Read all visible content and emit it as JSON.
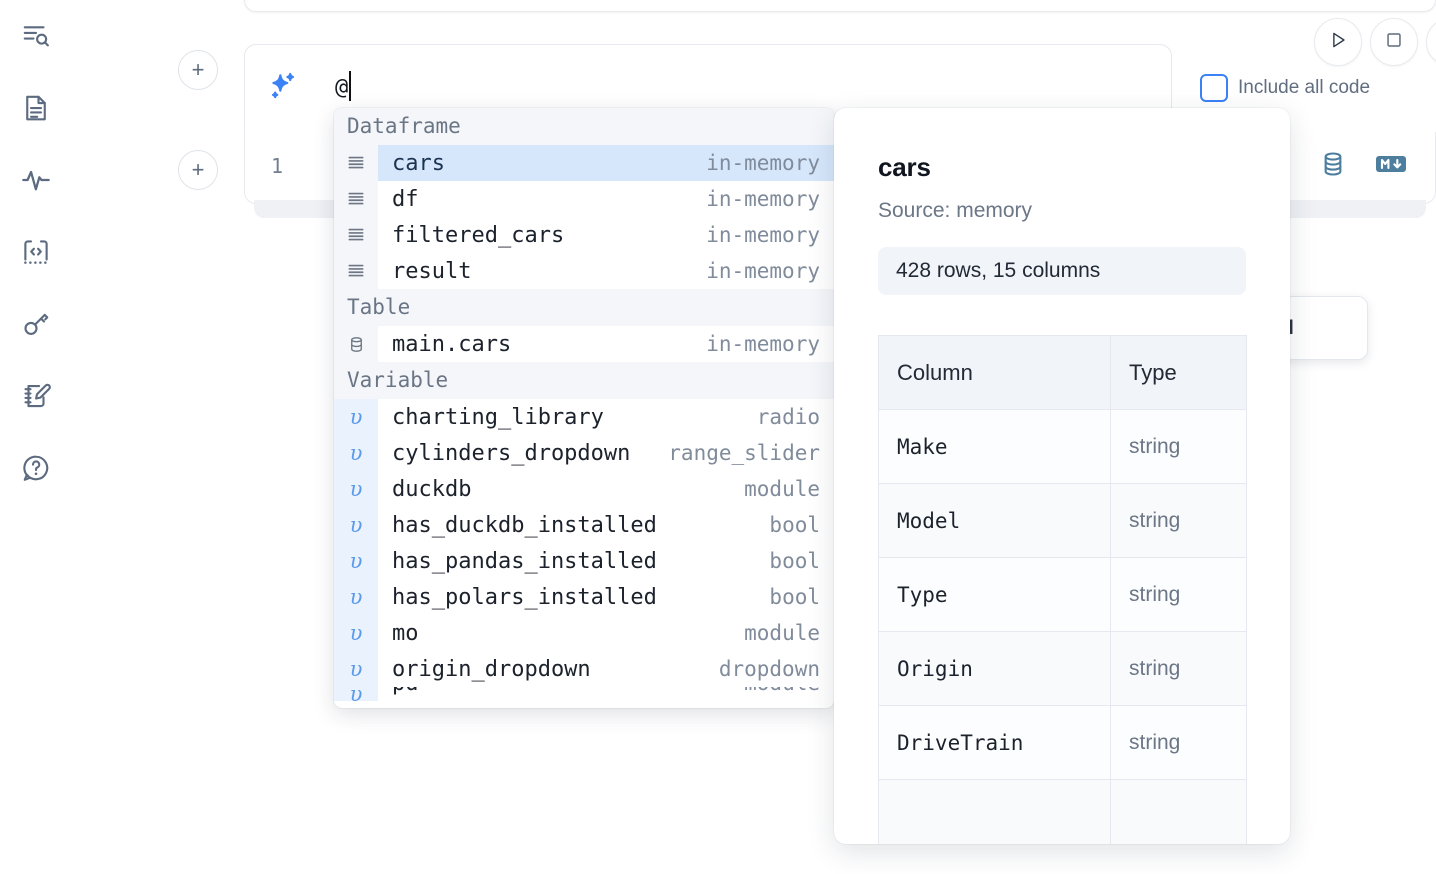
{
  "rail": {
    "items": [
      {
        "icon": "explore-search-icon",
        "name": "sidebar-item-explore"
      },
      {
        "icon": "document-icon",
        "name": "sidebar-item-notebook"
      },
      {
        "icon": "activity-pulse-icon",
        "name": "sidebar-item-activity"
      },
      {
        "icon": "code-snippet-icon",
        "name": "sidebar-item-snippets"
      },
      {
        "icon": "key-icon",
        "name": "sidebar-item-secrets"
      },
      {
        "icon": "notepad-pencil-icon",
        "name": "sidebar-item-scratchpad"
      },
      {
        "icon": "help-chat-icon",
        "name": "sidebar-item-help"
      }
    ]
  },
  "toolbar": {
    "add_label": "+",
    "run_icon": "play-triangle-icon",
    "stop_icon": "stop-square-icon",
    "include_all_code_label": "Include all code",
    "database_icon": "database-icon",
    "markdown_icon": "markdown-down-icon"
  },
  "prompt": {
    "icon": "ai-sparkle-icon",
    "value": "@",
    "line_number": "1"
  },
  "tooltip": {
    "text": "h AI"
  },
  "autocomplete": {
    "groups": [
      {
        "label": "Dataframe",
        "gutter_icon": "dataframe-rows-icon",
        "kind": "dataframe",
        "items": [
          {
            "name": "cars",
            "type": "in-memory",
            "selected": true
          },
          {
            "name": "df",
            "type": "in-memory",
            "selected": false
          },
          {
            "name": "filtered_cars",
            "type": "in-memory",
            "selected": false
          },
          {
            "name": "result",
            "type": "in-memory",
            "selected": false
          }
        ]
      },
      {
        "label": "Table",
        "gutter_icon": "database-icon",
        "kind": "table",
        "items": [
          {
            "name": "main.cars",
            "type": "in-memory",
            "selected": false
          }
        ]
      },
      {
        "label": "Variable",
        "gutter_icon": "variable-upsilon-icon",
        "kind": "variable",
        "items": [
          {
            "name": "charting_library",
            "type": "radio",
            "selected": false
          },
          {
            "name": "cylinders_dropdown",
            "type": "range_slider",
            "selected": false
          },
          {
            "name": "duckdb",
            "type": "module",
            "selected": false
          },
          {
            "name": "has_duckdb_installed",
            "type": "bool",
            "selected": false
          },
          {
            "name": "has_pandas_installed",
            "type": "bool",
            "selected": false
          },
          {
            "name": "has_polars_installed",
            "type": "bool",
            "selected": false
          },
          {
            "name": "mo",
            "type": "module",
            "selected": false
          },
          {
            "name": "origin_dropdown",
            "type": "dropdown",
            "selected": false
          },
          {
            "name": "pd",
            "type": "module",
            "selected": false
          }
        ]
      }
    ]
  },
  "detail": {
    "title": "cars",
    "source": "Source: memory",
    "shape": "428 rows, 15 columns",
    "table": {
      "headers": [
        "Column",
        "Type"
      ],
      "rows": [
        [
          "Make",
          "string"
        ],
        [
          "Model",
          "string"
        ],
        [
          "Type",
          "string"
        ],
        [
          "Origin",
          "string"
        ],
        [
          "DriveTrain",
          "string"
        ],
        [
          "",
          ""
        ]
      ]
    }
  },
  "colors": {
    "accent_blue": "#3b82f6",
    "selection_blue": "#d6e7fb",
    "icon_steel": "#4d7e9e",
    "panel_grey": "#f1f4f8",
    "text_dark": "#10151f",
    "text_muted": "#6b7686"
  }
}
